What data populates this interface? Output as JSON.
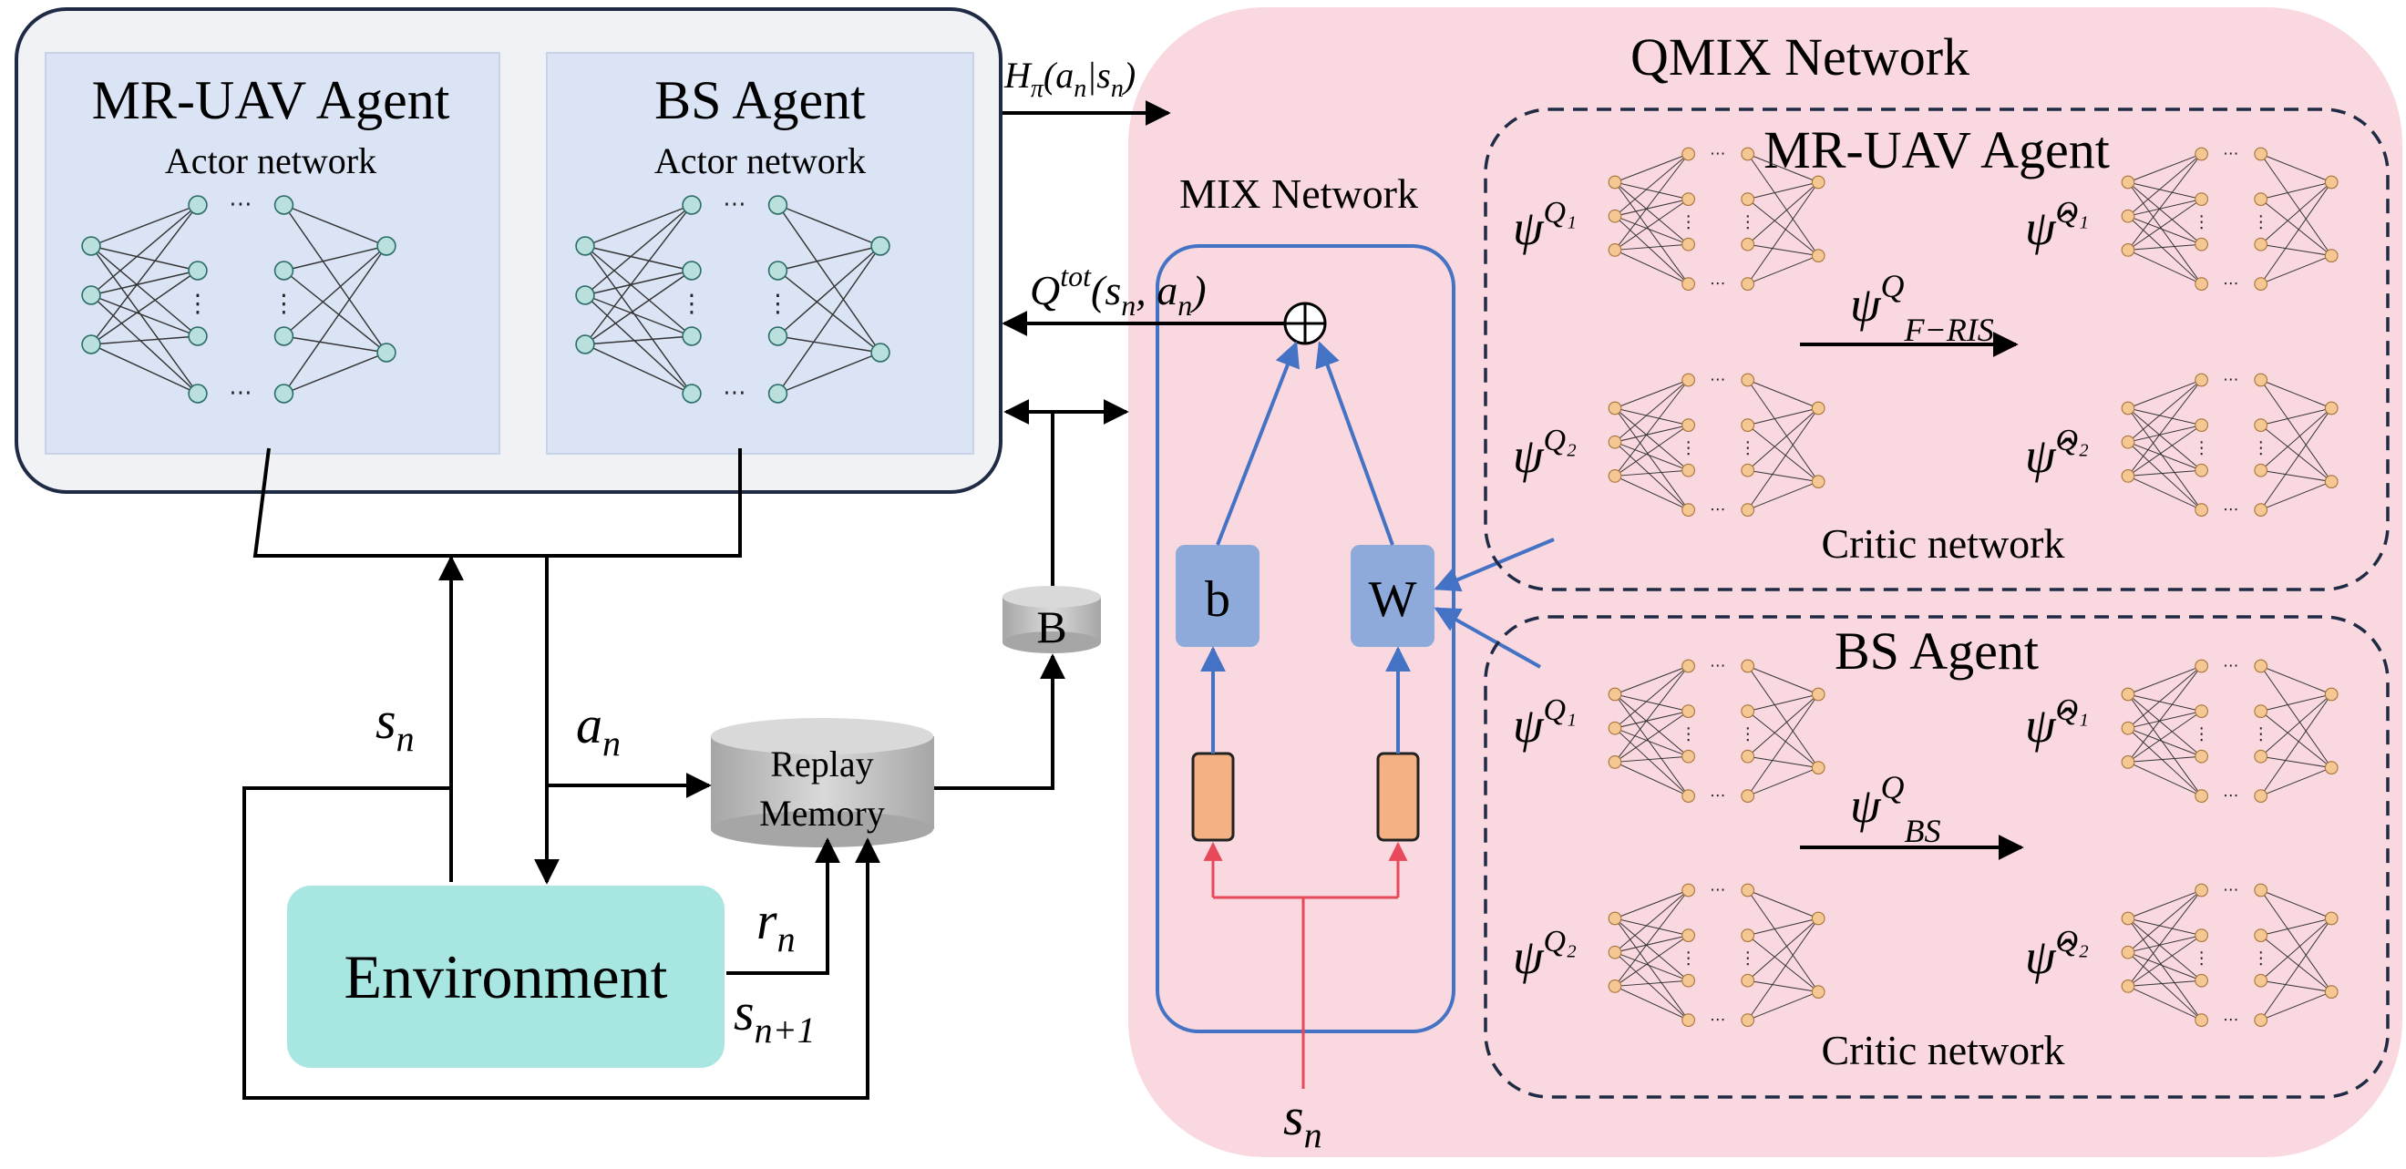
{
  "actor_panel": {
    "mr_uav": {
      "title": "MR-UAV Agent",
      "subtitle": "Actor network"
    },
    "bs": {
      "title": "BS Agent",
      "subtitle": "Actor network"
    }
  },
  "qmix": {
    "title": "QMIX Network",
    "mix_title": "MIX Network",
    "node_b": "b",
    "node_w": "W",
    "critic_mr": {
      "title": "MR-UAV Agent",
      "footer": "Critic network",
      "psi": "ψ",
      "psi_hat": "ψ̂",
      "q1": "Q₁",
      "q2": "Q₂",
      "transfer": "ψ",
      "transfer_sup": "Q",
      "transfer_sub": "F−RIS"
    },
    "critic_bs": {
      "title": "BS Agent",
      "footer": "Critic network",
      "psi": "ψ",
      "psi_hat": "ψ̂",
      "q1": "Q₁",
      "q2": "Q₂",
      "transfer": "ψ",
      "transfer_sup": "Q",
      "transfer_sub": "BS"
    }
  },
  "labels": {
    "entropy": "H",
    "entropy_sub": "π",
    "entropy_args": "(a",
    "entropy_args2": "|s",
    "entropy_args3": ")",
    "qtot": "Q",
    "qtot_sup": "tot",
    "qtot_args": "(s",
    "qtot_args2": ", a",
    "qtot_args3": ")",
    "n": "n",
    "n1": "n+1",
    "s": "s",
    "a": "a",
    "r": "r",
    "batch": "B",
    "replay_line1": "Replay",
    "replay_line2": "Memory",
    "environment": "Environment",
    "plus": "⊕",
    "dots": "⋯",
    "vdots": "⋮"
  },
  "colors": {
    "actor_bg": "#dbe4f5",
    "actor_node": "#b9e0dc",
    "critic_node": "#f5c893",
    "qmix_bg": "#f9d8df",
    "mix_border": "#4472c4",
    "node_box": "#8eaadb",
    "orange": "#f4b183",
    "env": "#a8e6e2",
    "red": "#e8495a"
  }
}
